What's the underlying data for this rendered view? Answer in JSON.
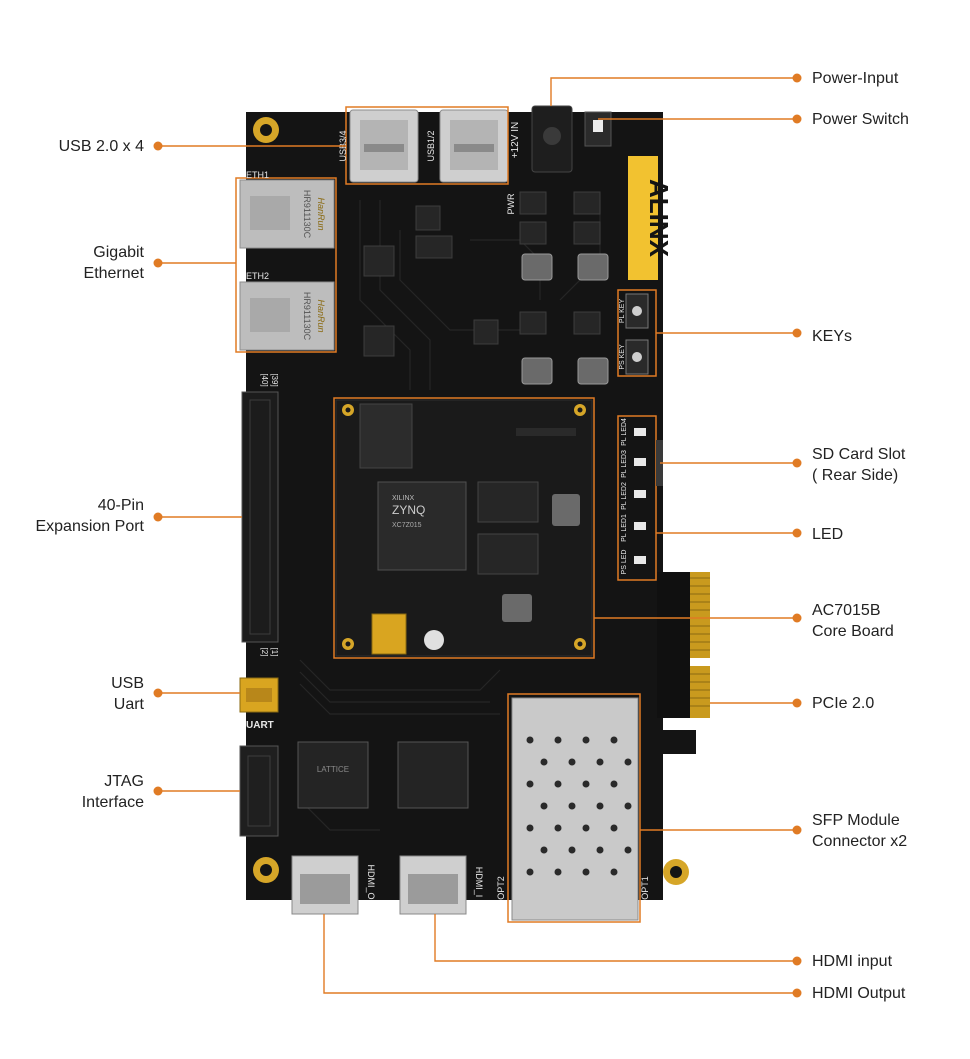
{
  "colors": {
    "callout": "#e07b24",
    "board": "#121212",
    "silkscreen": "#e8e8e8",
    "gold": "#d9a520",
    "brand_yellow": "#f2c230"
  },
  "board": {
    "brand": "ALINX",
    "silkscreen": {
      "usb_a": "USB3/4",
      "usb_b": "USB1/2",
      "power_in": "+12V IN",
      "pwr": "PWR",
      "eth1": "ETH1",
      "eth2": "ETH2",
      "pin_40": "[40]",
      "pin_39": "[39]",
      "pin_2": "[2]",
      "pin_1": "[1]",
      "pl_key": "PL KEY",
      "ps_key": "PS KEY",
      "pl_led4": "PL LED4",
      "pl_led3": "PL LED3",
      "pl_led2": "PL LED2",
      "pl_led1": "PL LED1",
      "ps_led": "PS LED",
      "uart": "UART",
      "hdmi_o": "HDMI_O",
      "hdmi_i": "HDMI_I",
      "opt2": "OPT2",
      "opt1": "OPT1",
      "jack_brand": "HanRun",
      "jack_part": "HR911130C",
      "chip_brand": "XILINX",
      "chip_name": "ZYNQ",
      "chip_part": "XC7Z015",
      "lattice": "LATTICE"
    }
  },
  "labels": {
    "usb": "USB 2.0 x 4",
    "ethernet": "Gigabit\nEthernet",
    "expansion": "40-Pin\nExpansion Port",
    "usb_uart": "USB\nUart",
    "jtag": "JTAG\nInterface",
    "power_input": "Power-Input",
    "power_switch": "Power Switch",
    "keys": "KEYs",
    "sd_card": "SD Card Slot\n( Rear Side)",
    "led": "LED",
    "core_board": "AC7015B\nCore Board",
    "pcie": "PCIe 2.0",
    "sfp": "SFP Module\nConnector x2",
    "hdmi_input": "HDMI input",
    "hdmi_output": "HDMI Output"
  }
}
